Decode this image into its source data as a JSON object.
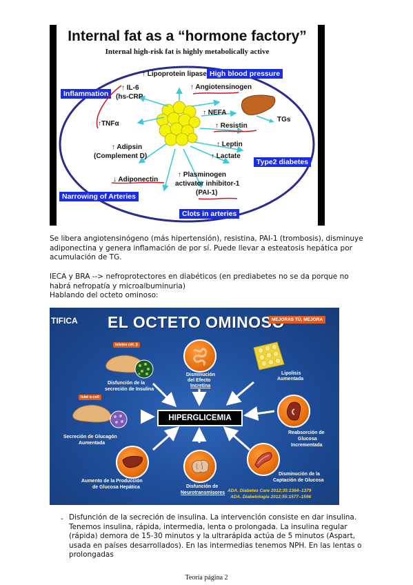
{
  "figure1": {
    "title": "Internal fat as a “hormone factory”",
    "subtitle": "Internal high-risk fat is highly metabolically active",
    "labels": {
      "lipoprotein": "↑ Lipoprotein lipase",
      "il6": "↑ IL-6",
      "hscrp": "(hs-CRP",
      "angiotensinogen": "↑ Angiotensinogen",
      "tnf": "↑TNFα",
      "nefa": "↑ NEFA",
      "tgs": "TGs",
      "resistin": "↑ Resistin",
      "leptin": "↑ Leptin",
      "adipsin": "↑ Adipsin",
      "complement": "(Complement D)",
      "lactate": "↑ Lactate",
      "adiponectin": "↓ Adiponectin",
      "pai_1": "↑ Plasminogen",
      "pai_2": "activator inhibitor-1",
      "pai_3": "(PAI-1)"
    },
    "boxes": {
      "high_bp": "High blood pressure",
      "inflammation": "Inflammation",
      "diabetes": "Type2 diabetes",
      "narrowing": "Narrowing of Arteries",
      "clots": "Clots in arteries"
    },
    "colors": {
      "box": "#1a2de0",
      "adipocyte": "#f5f20a",
      "ellipse": "#2b2b8c",
      "liver": "#c0651f",
      "annotation": "#d0141c"
    }
  },
  "paragraphs": {
    "p1": "Se libera angiotensinógeno (más hipertensión), resistina, PAI-1 (trombosis), disminuye adiponectina y genera inflamación de por sí. Puede llevar a esteatosis hepática por acumulación de TG.",
    "p2": "IECA y BRA --> nefroprotectores en diabéticos (en prediabetes no se da porque no habrá nefropatía y microalbuminuria)",
    "p3": "Hablando del octeto ominoso:"
  },
  "figure2": {
    "title": "EL OCTETO OMINOSO",
    "brand": "TIFICA",
    "tag": "MEJORAS TÚ, MEJORA",
    "center": "HIPERGLICEMIA",
    "pill_beta": "Islotes cél. β",
    "pill_alpha": "Islet α-cell",
    "items": {
      "insulin_1": "Disfunción de la",
      "insulin_2": "secreción de Insulina",
      "incretin_1": "Disminución",
      "incretin_2": "del Efecto",
      "incretin_3": "Incretina",
      "lipolysis_1": "Lipolisis",
      "lipolysis_2": "Aumentada",
      "glucagon_1": "Secreción de Glucagón",
      "glucagon_2": "Aumentada",
      "reabsorption_1": "Reabsorción de",
      "reabsorption_2": "Glucosa",
      "reabsorption_3": "Incrementada",
      "hepatic_1": "Aumento de la Producción",
      "hepatic_2": "de Glucosa Hepática",
      "neuro_1": "Disfunción de",
      "neuro_2": "Neurotransmisores",
      "uptake_1": "Disminución de la",
      "uptake_2": "Captación de Glucosa"
    },
    "refs": {
      "ref1": "ADA. Diabetes Care 2012;35:1364–1379",
      "ref2": "ADA. Diabetologia 2012;55:1577–1596"
    },
    "colors": {
      "background": "#1f4f9c",
      "circle": "#e8700f",
      "reference": "#f6d23a"
    }
  },
  "list_item": "Disfunción de la secreción de insulina. La intervención consiste en dar insulina. Tenemos insulina, rápida, intermedia, lenta o prolongada. La insulina regular (rápida) demora de 15-30 minutos y la ultrarápida actúa de 5 minutos (Aspart, usada en países desarrollados). En las intermedias tenemos NPH. En las lentas o prolongadas",
  "footer": "Teoría página 2"
}
